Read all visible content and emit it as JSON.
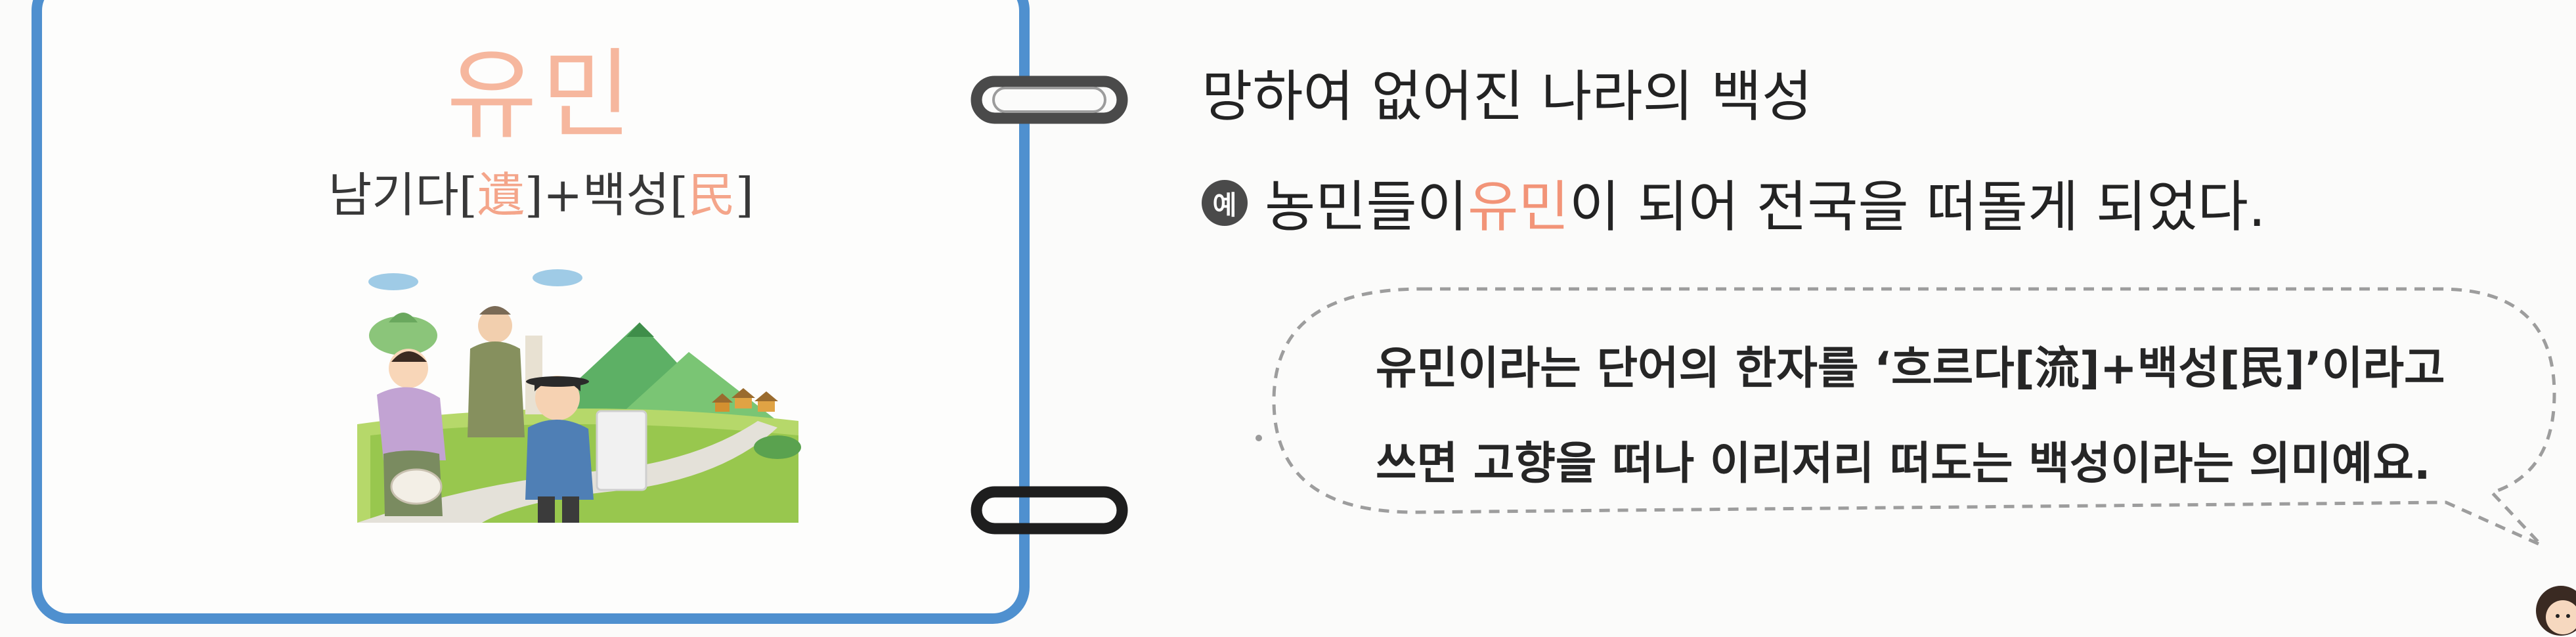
{
  "card": {
    "word": "유민",
    "meaning_prefix": "남기다[",
    "meaning_hanja1": "遺",
    "meaning_mid": "]+백성[",
    "meaning_hanja2": "民",
    "meaning_suffix": "]"
  },
  "definition": "망하여 없어진 나라의 백성",
  "example": {
    "badge": "예",
    "before": "농민들이 ",
    "highlight": "유민",
    "after": "이 되어 전국을 떠돌게 되었다."
  },
  "note": {
    "line1": "유민이라는 단어의 한자를 ‘흐르다[流]+백성[民]’이라고",
    "line2": "쓰면 고향을 떠나 이리저리 떠도는 백성이라는 의미예요."
  },
  "colors": {
    "card_border": "#4f90cf",
    "word_accent": "#f6b79e",
    "example_highlight": "#f29478"
  },
  "icons": [
    "binder-ring-icon",
    "example-badge-icon",
    "speech-bubble",
    "student-character-icon"
  ]
}
